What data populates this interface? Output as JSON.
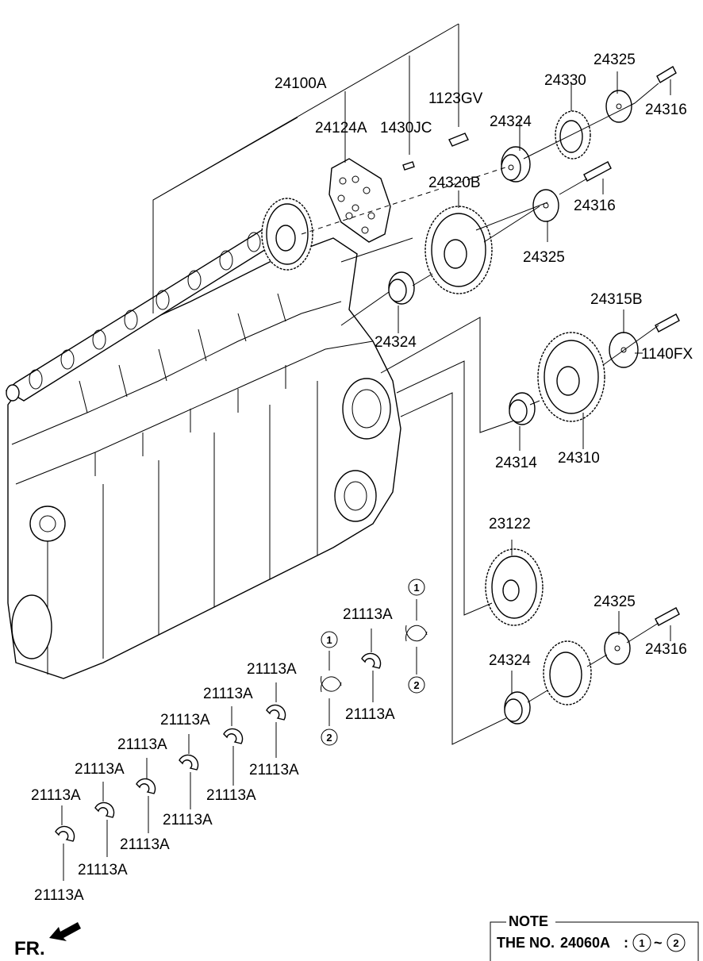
{
  "labels": {
    "l_24100A": "24100A",
    "l_24124A": "24124A",
    "l_1430JC": "1430JC",
    "l_1123GV": "1123GV",
    "l_24325_top": "24325",
    "l_24330": "24330",
    "l_24316_top": "24316",
    "l_24324_top": "24324",
    "l_24320B": "24320B",
    "l_24316_mid": "24316",
    "l_24325_mid": "24325",
    "l_24324_mid": "24324",
    "l_24315B": "24315B",
    "l_1140FX": "1140FX",
    "l_24314": "24314",
    "l_24310": "24310",
    "l_23122": "23122",
    "l_24325_low": "24325",
    "l_24316_low": "24316",
    "l_24324_low": "24324",
    "b_1": "21113A",
    "b_2": "21113A",
    "b_3": "21113A",
    "b_4": "21113A",
    "b_5": "21113A",
    "b_6": "21113A",
    "b_7": "21113A",
    "b_8": "21113A",
    "b_9": "21113A",
    "b_10": "21113A",
    "b_11": "21113A",
    "b_12": "21113A",
    "b_13": "21113A",
    "b_14": "21113A"
  },
  "circled": {
    "c1a": "1",
    "c1b": "1",
    "c2a": "2",
    "c2b": "2",
    "note_c1": "1",
    "note_c2": "2"
  },
  "note": {
    "title": "NOTE",
    "prefix": "THE NO.",
    "number": "24060A",
    "colon": ":",
    "tilde": "~"
  },
  "direction": {
    "label": "FR."
  }
}
